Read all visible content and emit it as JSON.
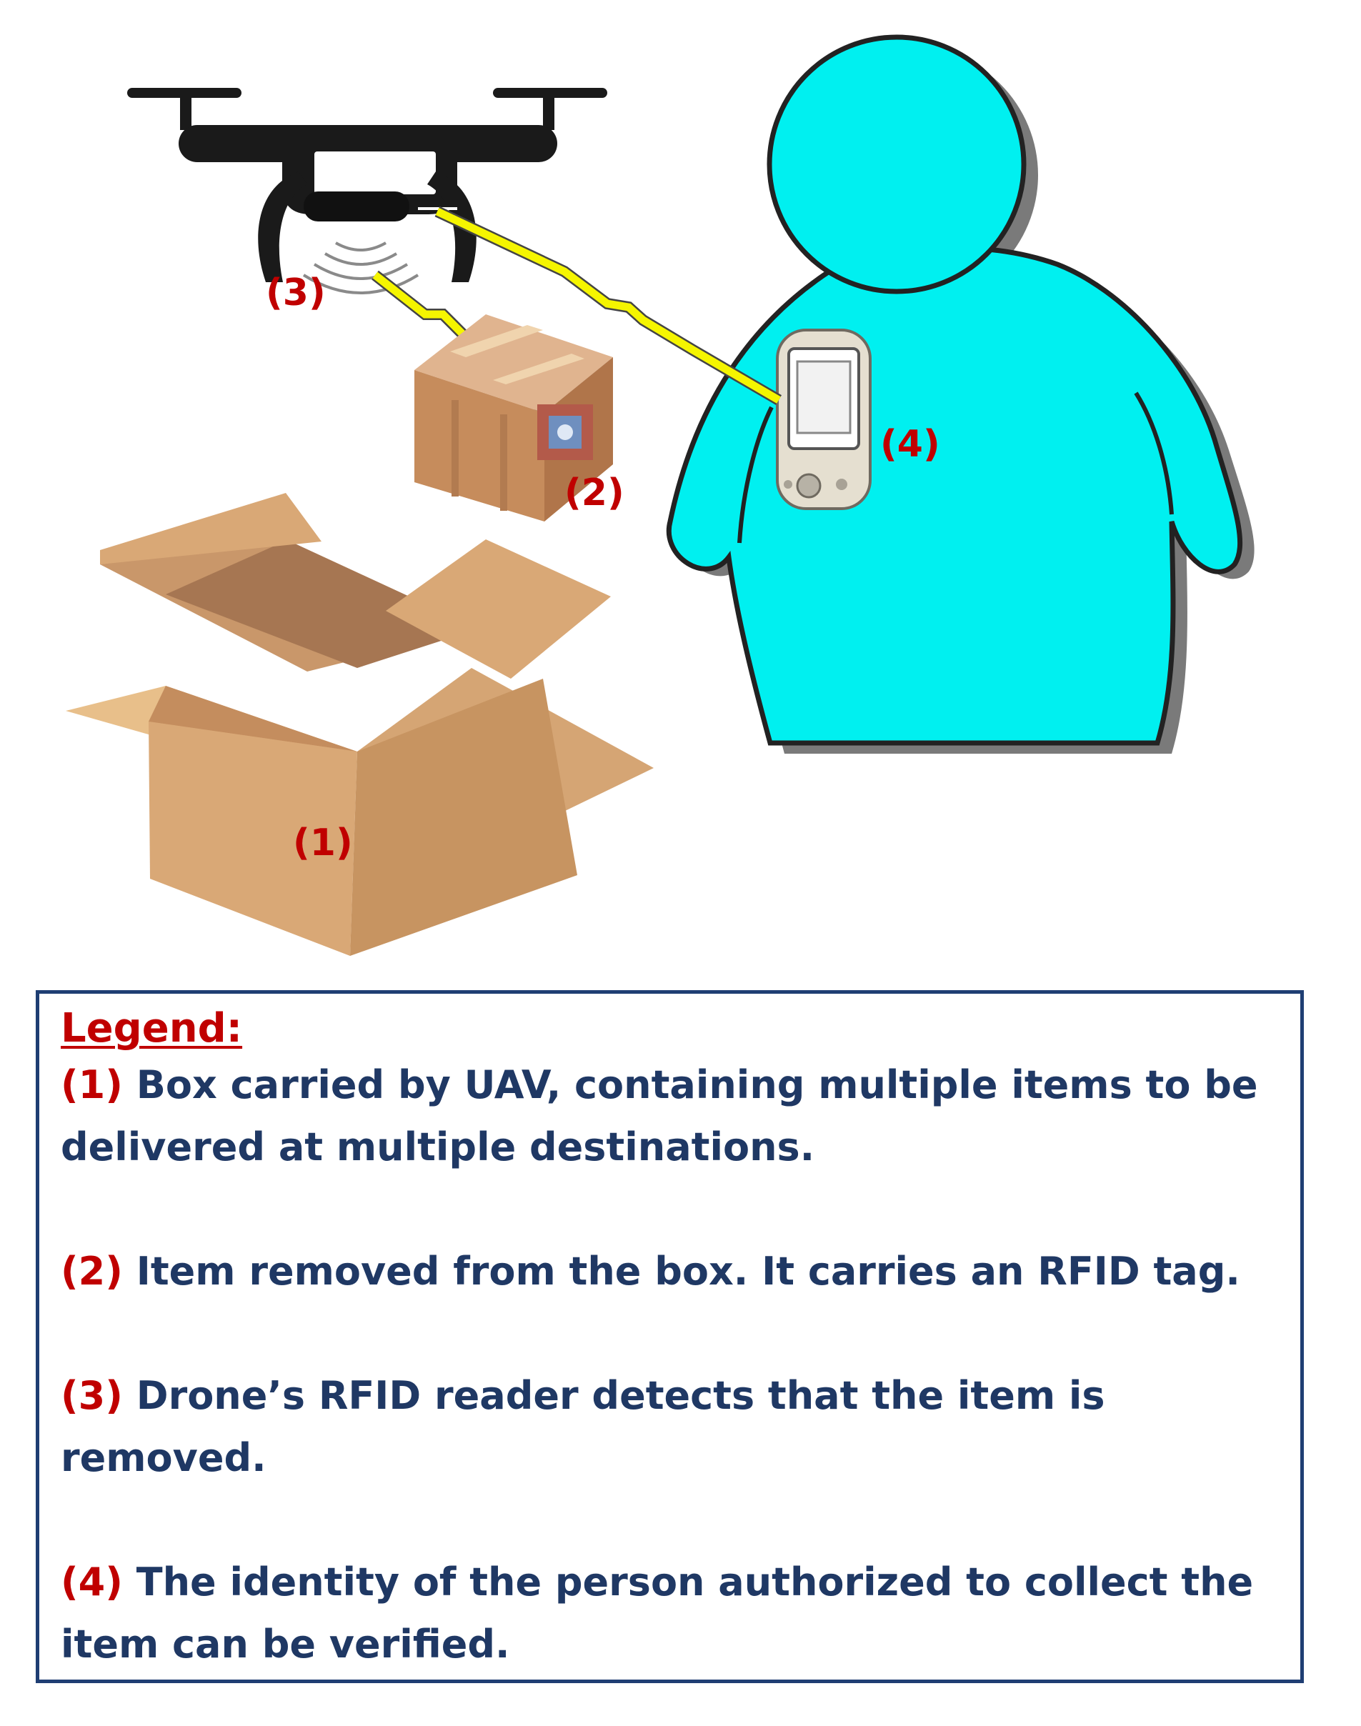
{
  "diagram": {
    "callouts": [
      "(1)",
      "(2)",
      "(3)",
      "(4)"
    ],
    "icons": [
      "open-cardboard-box-icon",
      "package-item-icon",
      "rfid-tag-icon",
      "drone-icon",
      "rfid-signal-waves-icon",
      "wireless-link-icon",
      "person-silhouette-icon",
      "handheld-device-icon"
    ],
    "colors": {
      "callout": "#c00000",
      "person": "#00f0f0",
      "drone": "#111111",
      "box": "#d7ac73",
      "wireless_link": "#f5f500"
    }
  },
  "legend": {
    "title": "Legend:",
    "items": [
      {
        "num": "(1)",
        "text": "Box carried by UAV, containing multiple items to be delivered at multiple destinations."
      },
      {
        "num": "(2)",
        "text": "Item removed from the box. It carries an RFID tag."
      },
      {
        "num": "(3)",
        "text": "Drone’s RFID reader detects that the item is removed."
      },
      {
        "num": "(4)",
        "text": "The identity of the person authorized to collect the item can be verified."
      }
    ],
    "colors": {
      "border": "#1f3e73",
      "text": "#1f3864",
      "number": "#c00000"
    }
  }
}
